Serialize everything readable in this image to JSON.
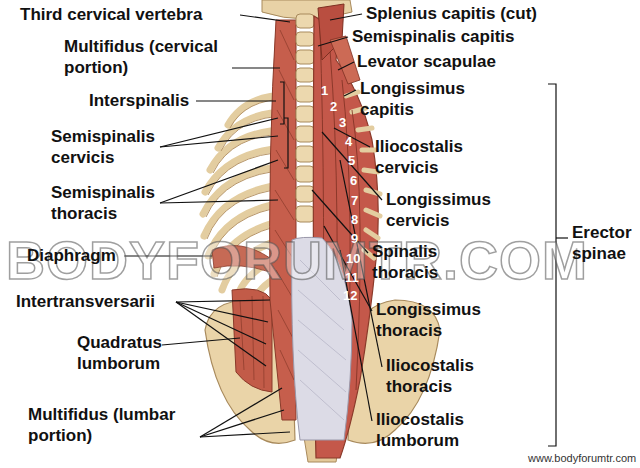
{
  "diagram": {
    "labels": [
      "Third cervical vertebra",
      "Splenius capitis (cut)",
      "Multifidus (cervical portion)",
      "Semispinalis capitis",
      "Levator scapulae",
      "Longissimus capitis",
      "Interspinalis",
      "Iliocostalis cervicis",
      "Semispinalis cervicis",
      "Longissimus cervicis",
      "Semispinalis thoracis",
      "Erector spinae",
      "Diaphragm",
      "Spinalis thoracis",
      "Intertransversarii",
      "Longissimus thoracis",
      "Quadratus lumborum",
      "Iliocostalis thoracis",
      "Multifidus (lumbar portion)",
      "Iliocostalis lumborum",
      "1",
      "2",
      "3",
      "4",
      "5",
      "6",
      "7",
      "8",
      "9",
      "10",
      "11",
      "12",
      "BODYFORUMTR.COM",
      "www.bodyforumtr.com"
    ]
  }
}
